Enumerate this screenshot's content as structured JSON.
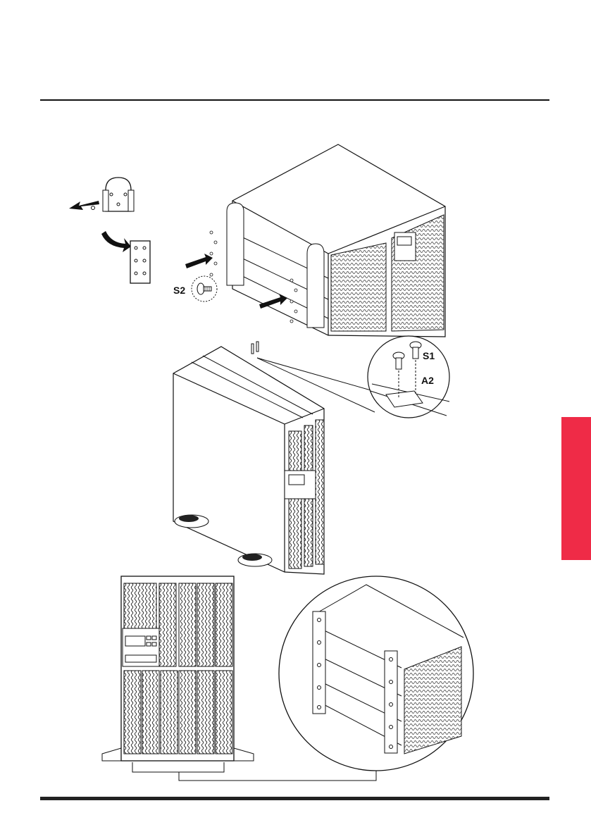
{
  "page": {
    "accent_color": "#ef2b47",
    "rule_color": "#111111"
  },
  "figure1": {
    "screw_label": "S2"
  },
  "figure2": {
    "screw_label": "S1",
    "bracket_label": "A2"
  },
  "icons": [
    "arrow-icon",
    "screw-icon",
    "bracket-icon",
    "ups-cabinet-icon"
  ]
}
